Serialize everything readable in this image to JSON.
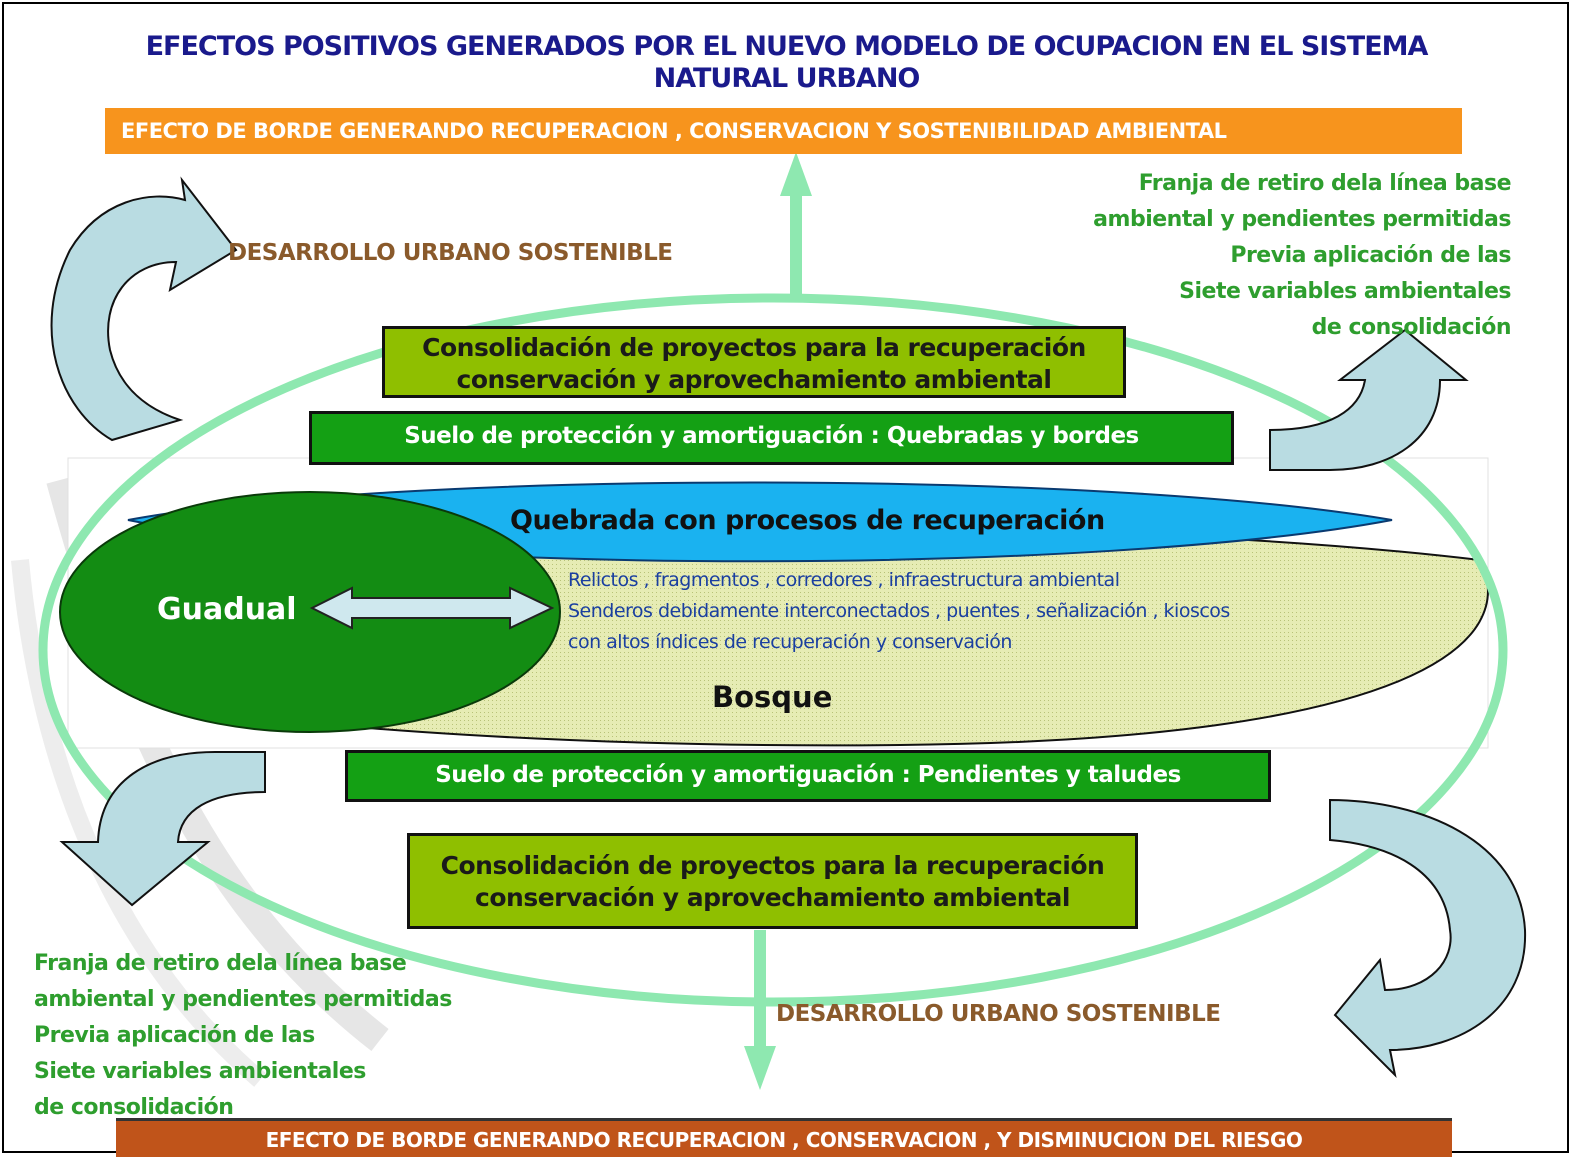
{
  "title": {
    "line1": "EFECTOS POSITIVOS GENERADOS POR EL NUEVO MODELO DE OCUPACION  EN EL SISTEMA",
    "line2": "NATURAL URBANO"
  },
  "top_banner": "EFECTO DE BORDE  GENERANDO  RECUPERACION , CONSERVACION Y SOSTENIBILIDAD AMBIENTAL",
  "bottom_banner": "EFECTO DE BORDE GENERANDO RECUPERACION , CONSERVACION , Y DISMINUCION  DEL RIESGO",
  "desarrollo_top": "DESARROLLO URBANO SOSTENIBLE",
  "desarrollo_bottom": "DESARROLLO URBANO SOSTENIBLE",
  "franja_right": [
    "Franja de retiro dela línea base",
    "ambiental y pendientes permitidas",
    "Previa aplicación de las",
    "Siete variables ambientales",
    "de consolidación"
  ],
  "franja_left": [
    "Franja de retiro dela línea base",
    "ambiental y pendientes permitidas",
    "Previa aplicación de las",
    "Siete variables ambientales",
    "de consolidación"
  ],
  "consolidacion_top": [
    "Consolidación de proyectos  para la recuperación",
    "conservación y aprovechamiento ambiental"
  ],
  "consolidacion_bottom": [
    "Consolidación de proyectos  para la recuperación",
    "conservación y aprovechamiento ambiental"
  ],
  "suelo_top": "Suelo  de protección y amortiguación : Quebradas y bordes",
  "suelo_bottom": "Suelo  de protección y amortiguación : Pendientes y taludes",
  "quebrada": "Quebrada con procesos de recuperación",
  "guadual": "Guadual",
  "bosque": "Bosque",
  "details": [
    "Relictos , fragmentos , corredores , infraestructura ambiental",
    "Senderos debidamente  interconectados , puentes , señalización , kioscos",
    "con altos índices de recuperación y conservación"
  ],
  "colors": {
    "title": "#1a1a8c",
    "top_banner": "#f7941d",
    "bottom_banner": "#c0541a",
    "ring": "#8ee8b0",
    "quebrada": "#1ab2f0",
    "guadual": "#138c13",
    "bosque": "#dfe8a6",
    "green_text": "#2e9e2e"
  }
}
